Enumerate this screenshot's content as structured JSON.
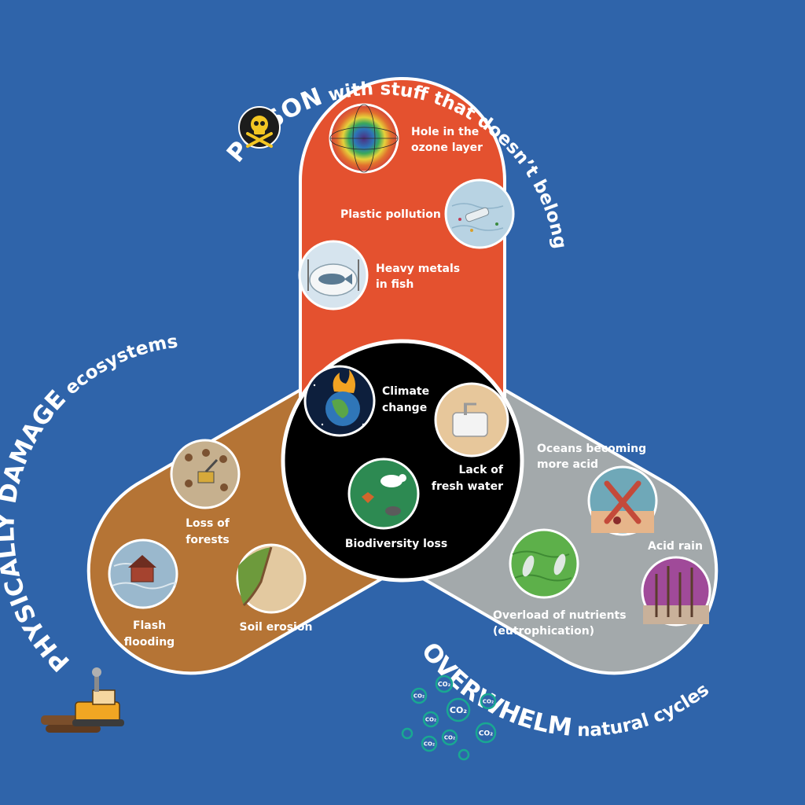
{
  "poison": {
    "title_bold": "POISON",
    "title_rest": " with stuff that doesn’t belong",
    "icon": "skull-crossbones-icon",
    "color": "#e4512f",
    "items": [
      {
        "line1": "Hole in the",
        "line2": "ozone layer"
      },
      {
        "line1": "Plastic pollution",
        "line2": ""
      },
      {
        "line1": "Heavy metals",
        "line2": "in fish"
      }
    ]
  },
  "damage": {
    "title_bold": "PHYSICALLY DAMAGE",
    "title_rest": " ecosystems",
    "icon": "bulldozer-icon",
    "color": "#b57435",
    "items": [
      {
        "line1": "Loss of",
        "line2": "forests"
      },
      {
        "line1": "Flash",
        "line2": "flooding"
      },
      {
        "line1": "Soil erosion",
        "line2": ""
      }
    ]
  },
  "overwhelm": {
    "title_bold": "OVERWHELM",
    "title_rest": " natural cycles",
    "icon": "co2-bubbles-icon",
    "co2_label": "CO₂",
    "color": "#a3a9ab",
    "items": [
      {
        "line1": "Oceans becoming",
        "line2": "more acid"
      },
      {
        "line1": "Acid rain",
        "line2": ""
      },
      {
        "line1": "Overload of nutrients",
        "line2": "(eutrophication)"
      }
    ]
  },
  "center": {
    "color": "#000000",
    "items": [
      {
        "line1": "Climate",
        "line2": "change"
      },
      {
        "line1": "Lack of",
        "line2": "fresh water"
      },
      {
        "line1": "Biodiversity loss",
        "line2": ""
      }
    ]
  },
  "colors": {
    "background": "#2f64aa",
    "outline": "#ffffff"
  }
}
